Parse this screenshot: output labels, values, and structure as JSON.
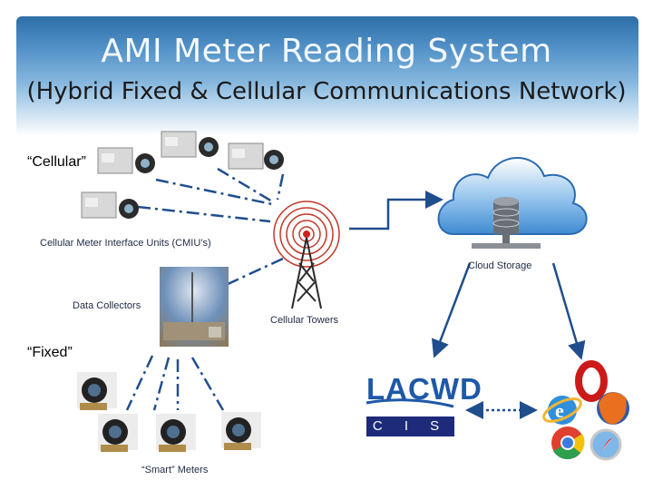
{
  "title": "AMI Meter Reading System",
  "subtitle": "(Hybrid Fixed & Cellular Communications Network)",
  "labels": {
    "cellular": "“Cellular”",
    "cmiu": "Cellular Meter Interface Units (CMIU’s)",
    "data_collectors": "Data Collectors",
    "cellular_towers": "Cellular Towers",
    "cloud_storage": "Cloud Storage",
    "fixed": "“Fixed”",
    "smart_meters": "“Smart” Meters"
  },
  "logo": {
    "name": "LACWD",
    "sub": "C I S"
  },
  "icons": [
    "cmiu-device-icon",
    "water-meter-icon",
    "cell-tower-icon",
    "cloud-icon",
    "database-icon",
    "collector-site-photo",
    "ie-browser-icon",
    "opera-browser-icon",
    "firefox-browser-icon",
    "chrome-browser-icon",
    "safari-browser-icon"
  ],
  "colors": {
    "header": "#4f8fc6",
    "link": "#1f4e8c",
    "tower_ring": "#c0392b",
    "logo": "#1e58a8",
    "cis_bg": "#1d2b7a"
  }
}
